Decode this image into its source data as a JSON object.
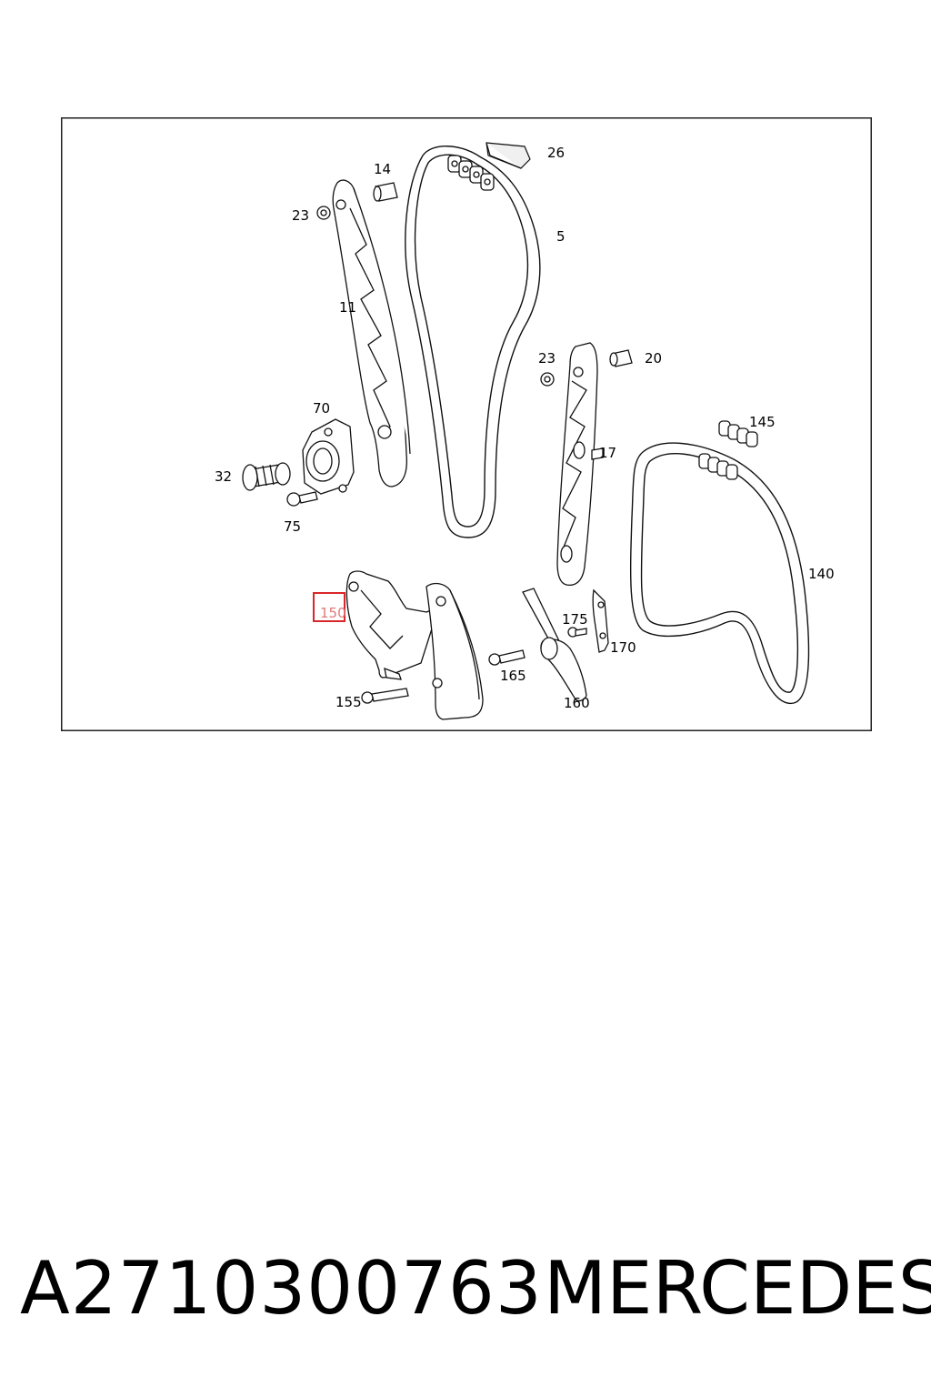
{
  "diagram": {
    "callouts": {
      "c5": "5",
      "c11": "11",
      "c14": "14",
      "c17": "17",
      "c20": "20",
      "c23a": "23",
      "c23b": "23",
      "c26": "26",
      "c32": "32",
      "c70": "70",
      "c75": "75",
      "c140": "140",
      "c145": "145",
      "c150": "150",
      "c155": "155",
      "c160": "160",
      "c165": "165",
      "c170": "170",
      "c175": "175"
    },
    "highlight_color": "#d9262a"
  },
  "footer": {
    "part_number": "A2710300763",
    "brand": "MERCEDES"
  }
}
